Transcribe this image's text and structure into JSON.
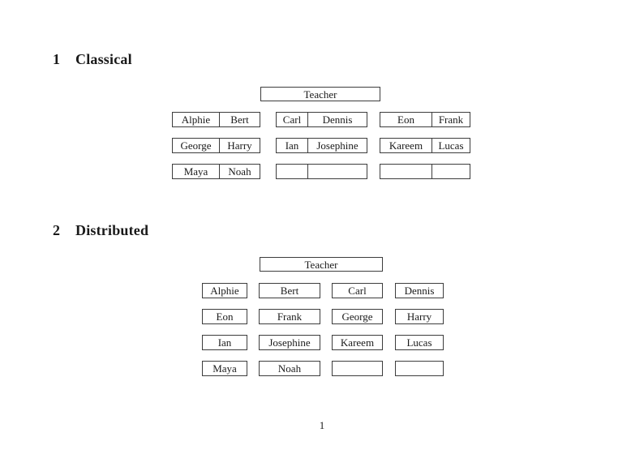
{
  "colors": {
    "background": "#ffffff",
    "text": "#1a1a1a",
    "rule": "#3d3d3d"
  },
  "classical": {
    "heading": {
      "number": "1",
      "title": "Classical"
    },
    "teacher": "Teacher",
    "rows": [
      [
        [
          "Alphie",
          "Bert"
        ],
        [
          "Carl",
          "Dennis"
        ],
        [
          "Eon",
          "Frank"
        ]
      ],
      [
        [
          "George",
          "Harry"
        ],
        [
          "Ian",
          "Josephine"
        ],
        [
          "Kareem",
          "Lucas"
        ]
      ],
      [
        [
          "Maya",
          "Noah"
        ],
        [
          "",
          ""
        ],
        [
          "",
          ""
        ]
      ]
    ]
  },
  "distributed": {
    "heading": {
      "number": "2",
      "title": "Distributed"
    },
    "teacher": "Teacher",
    "rows": [
      [
        "Alphie",
        "Bert",
        "Carl",
        "Dennis"
      ],
      [
        "Eon",
        "Frank",
        "George",
        "Harry"
      ],
      [
        "Ian",
        "Josephine",
        "Kareem",
        "Lucas"
      ],
      [
        "Maya",
        "Noah",
        "",
        ""
      ]
    ]
  },
  "footer": {
    "page_number": "1"
  }
}
